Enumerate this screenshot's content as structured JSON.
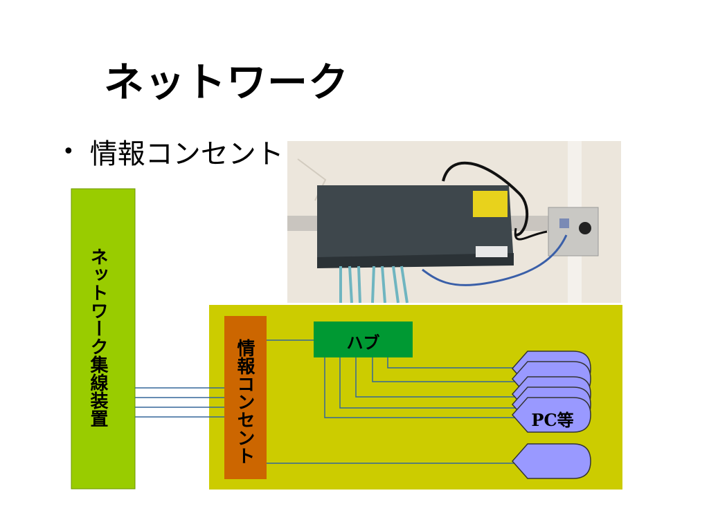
{
  "slide": {
    "title": "ネットワーク",
    "bullet": "情報コンセント"
  },
  "diagram": {
    "network_device_label": "ネットワーク集線装置",
    "outlet_label": "情報コンセント",
    "hub_label": "ハブ",
    "pc_label": "PC等"
  },
  "photo": {
    "description_icon": "switch-photo"
  },
  "colors": {
    "network_device": "#99cc00",
    "panel": "#cccc00",
    "outlet": "#cc6600",
    "hub": "#009933",
    "pc": "#9999ff",
    "line": "#336699"
  }
}
